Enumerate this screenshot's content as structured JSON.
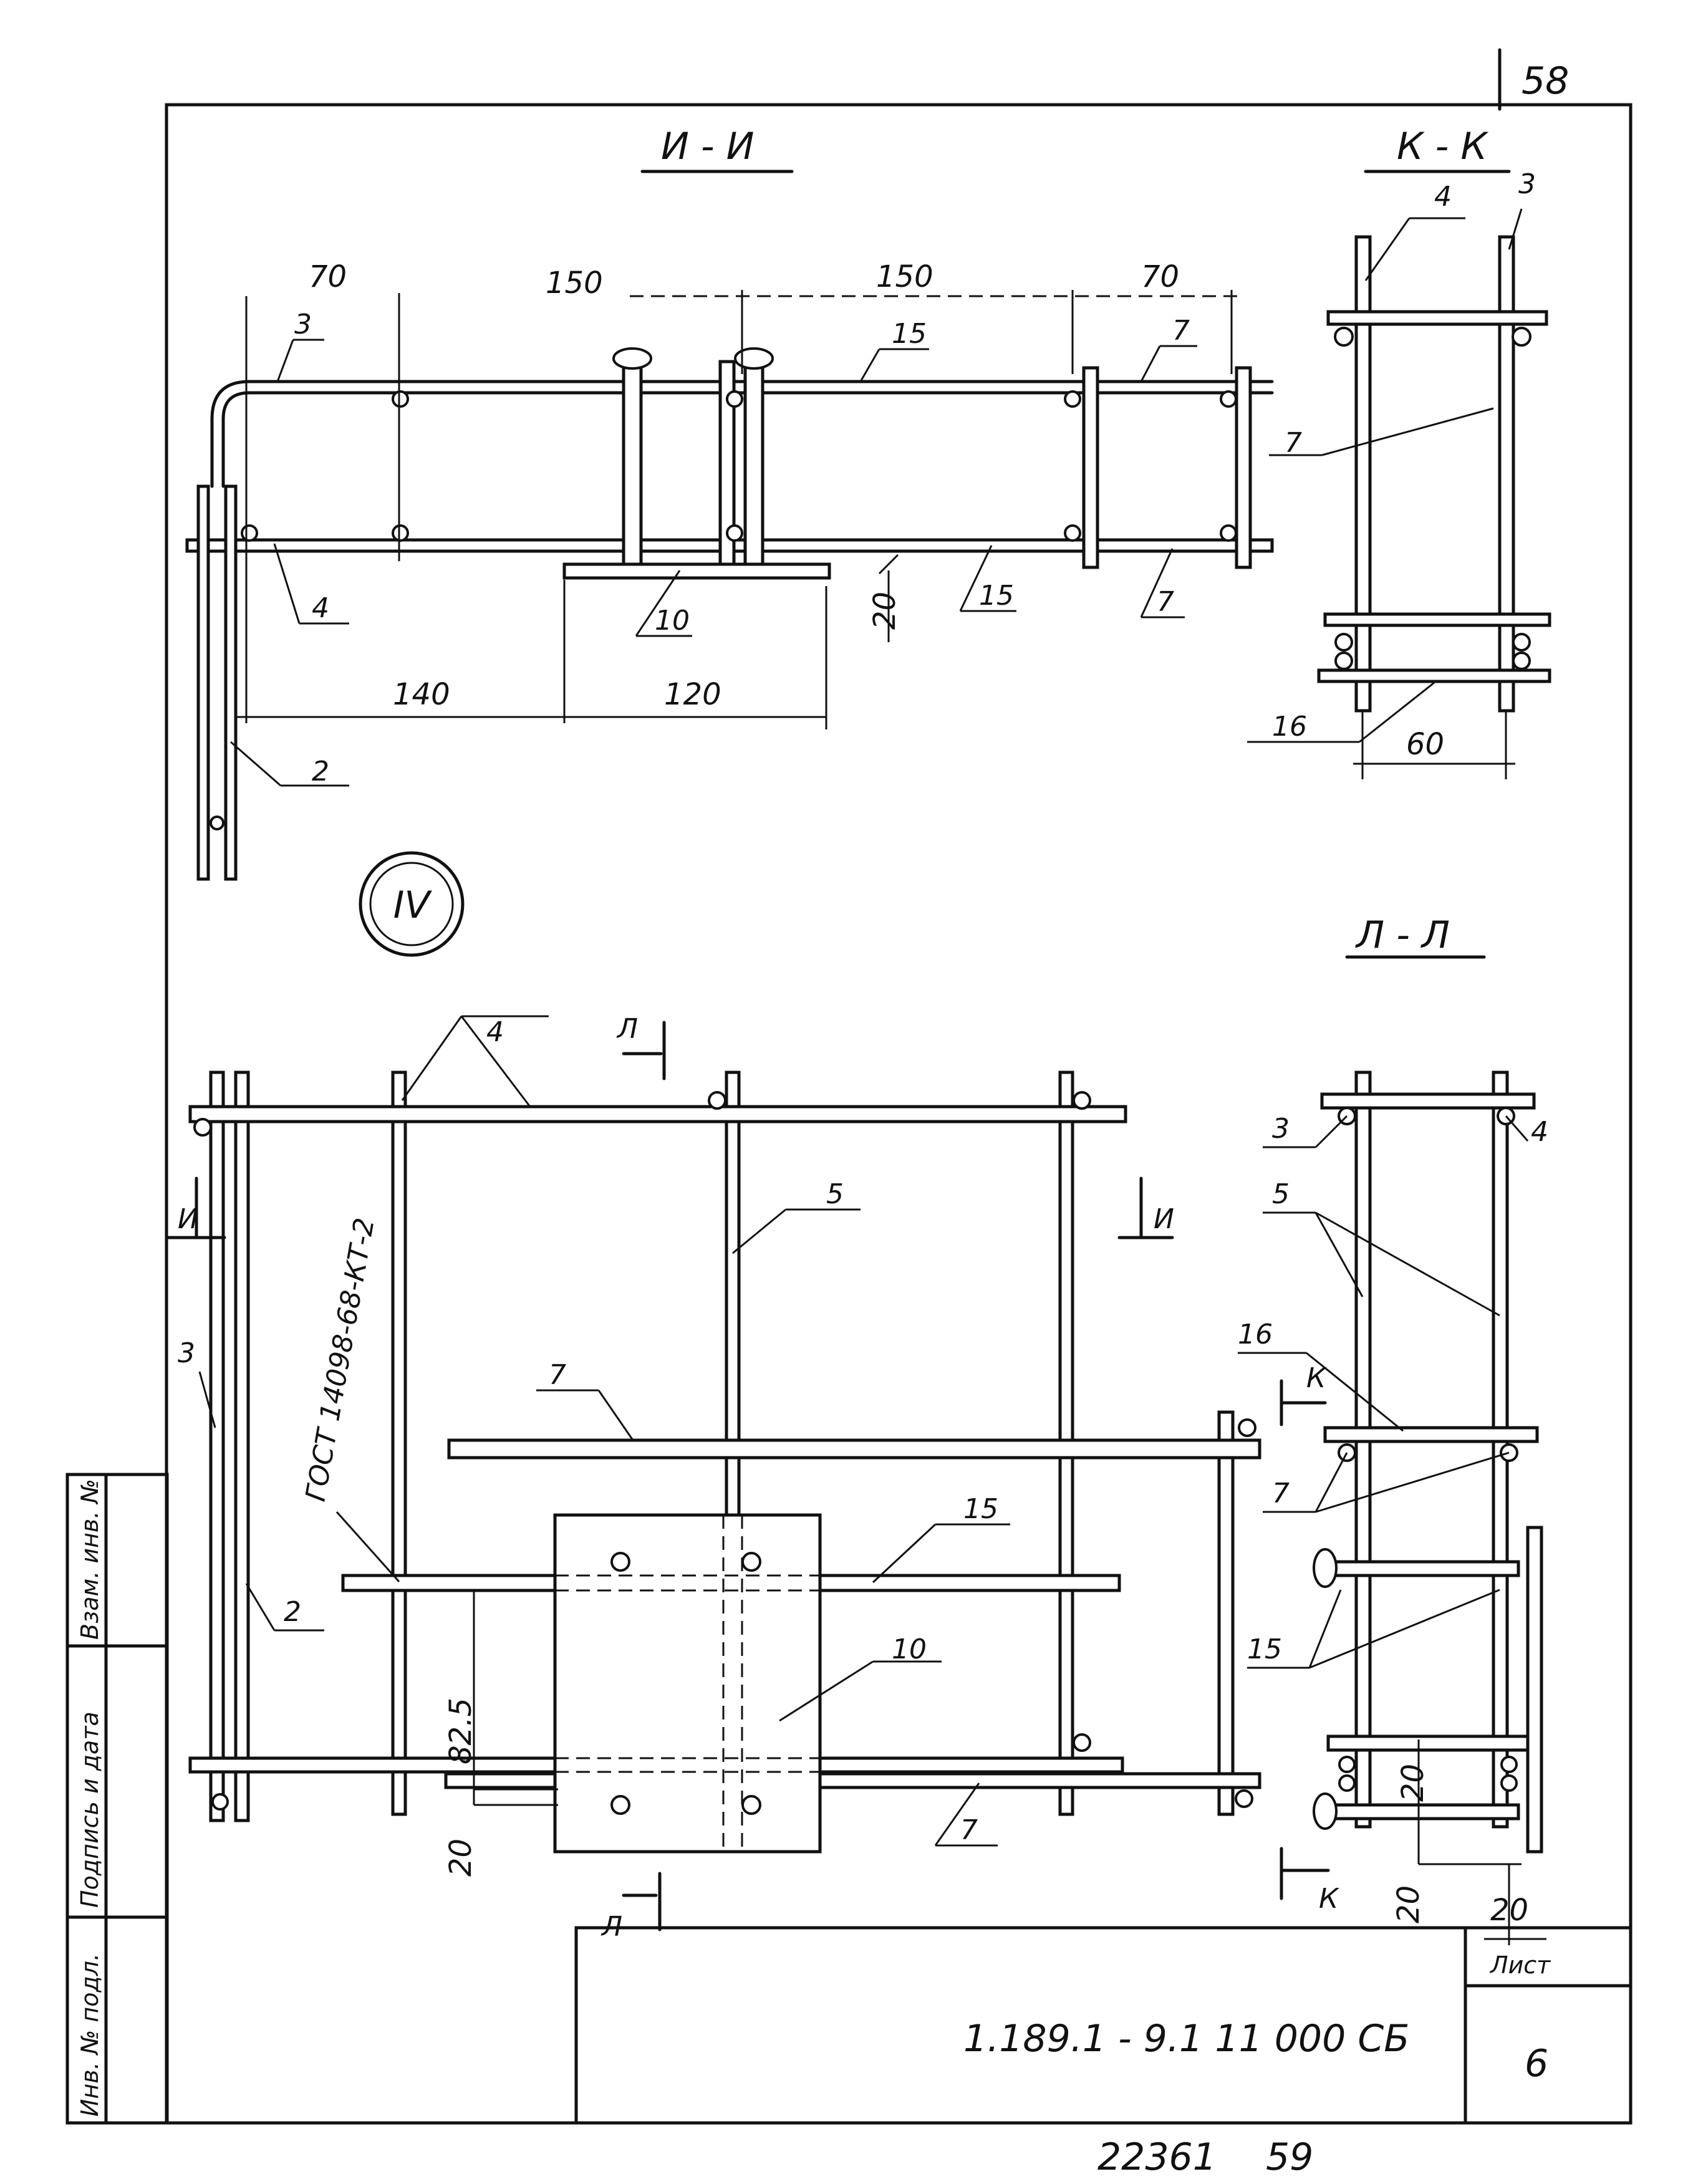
{
  "page_number": "58",
  "sections": {
    "top_left": "И - И",
    "top_right": "К - К",
    "bottom_right": "Л - Л"
  },
  "view_marker": "IV",
  "dimensions": {
    "top": [
      "70",
      "150",
      "150",
      "70"
    ],
    "bottom": [
      "140",
      "120"
    ],
    "gap": "20",
    "kk_width": "60",
    "plan_spacing": "82.5",
    "plan_offset": "20",
    "ll_a": "20",
    "ll_b": "20",
    "ll_c": "20"
  },
  "part_numbers": {
    "p2": "2",
    "p3": "3",
    "p4": "4",
    "p5": "5",
    "p7": "7",
    "p10": "10",
    "p15": "15",
    "p16": "16"
  },
  "cut_marks": {
    "l": "Л",
    "i": "И",
    "k": "К"
  },
  "standard": "ГОСТ 14098-68-КТ-2",
  "title_block": {
    "designation": "1.189.1 - 9.1   11 000 СБ",
    "sheet_label": "Лист",
    "sheet_number": "6",
    "archive_number": "22361",
    "archive_suffix": "59"
  },
  "stamp_cells": [
    "Взам. инв. №",
    "Подпись и дата",
    "Инв. № подл."
  ]
}
